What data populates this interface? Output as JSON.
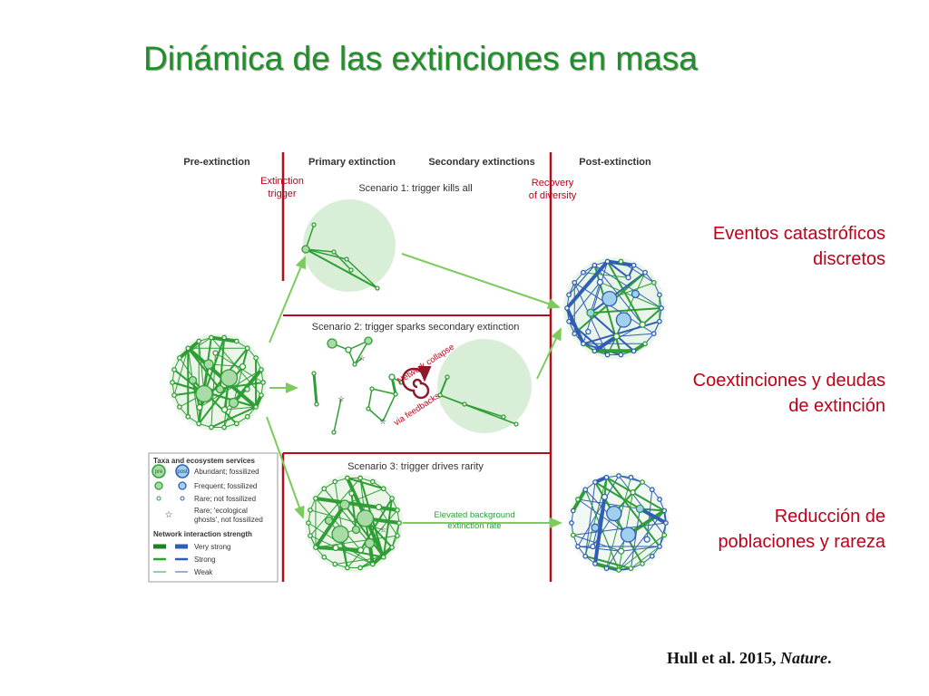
{
  "slide": {
    "title": "Dinámica de las extinciones en masa",
    "citation_authors": "Hull et al. 2015, ",
    "citation_journal": "Nature",
    "citation_end": "."
  },
  "annotations": [
    {
      "line1": "Eventos catastróficos",
      "line2": "discretos"
    },
    {
      "line1": "Coextinciones y deudas",
      "line2": "de extinción"
    },
    {
      "line1": "Reducción de",
      "line2": "poblaciones y rareza"
    }
  ],
  "diagram": {
    "phases": [
      "Pre-extinction",
      "Primary extinction",
      "Secondary extinctions",
      "Post-extinction"
    ],
    "trigger_label": [
      "Extinction",
      "trigger"
    ],
    "recovery_label": [
      "Recovery",
      "of diversity"
    ],
    "scenario1": "Scenario 1: trigger kills all",
    "scenario2": "Scenario 2: trigger sparks secondary extinction",
    "scenario3": "Scenario 3: trigger drives rarity",
    "network_collapse": "Network collapse",
    "via_feedbacks": "via feedbacks",
    "elevated_rate": [
      "Elevated background",
      "extinction rate"
    ],
    "legend": {
      "taxa_title": "Taxa and ecosystem services",
      "pre_badge": "pre",
      "post_badge": "post",
      "abundant": "Abundant; fossilized",
      "frequent": "Frequent; fossilized",
      "rare": "Rare; not fossilized",
      "ghosts": [
        "Rare; 'ecological",
        "ghosts', not fossilized"
      ],
      "strength_title": "Network interaction strength",
      "very_strong": "Very strong",
      "strong": "Strong",
      "weak": "Weak"
    },
    "colors": {
      "pre_green": "#2e9e35",
      "green_fill": "#a9dba6",
      "post_blue": "#2f5fb3",
      "blue_fill": "#9fd0ee",
      "phase_line": "#b0101c",
      "arrow_green": "#7ccb5c",
      "bg_circle": "#d9eed6",
      "collapse": "#8b1a2a"
    }
  }
}
